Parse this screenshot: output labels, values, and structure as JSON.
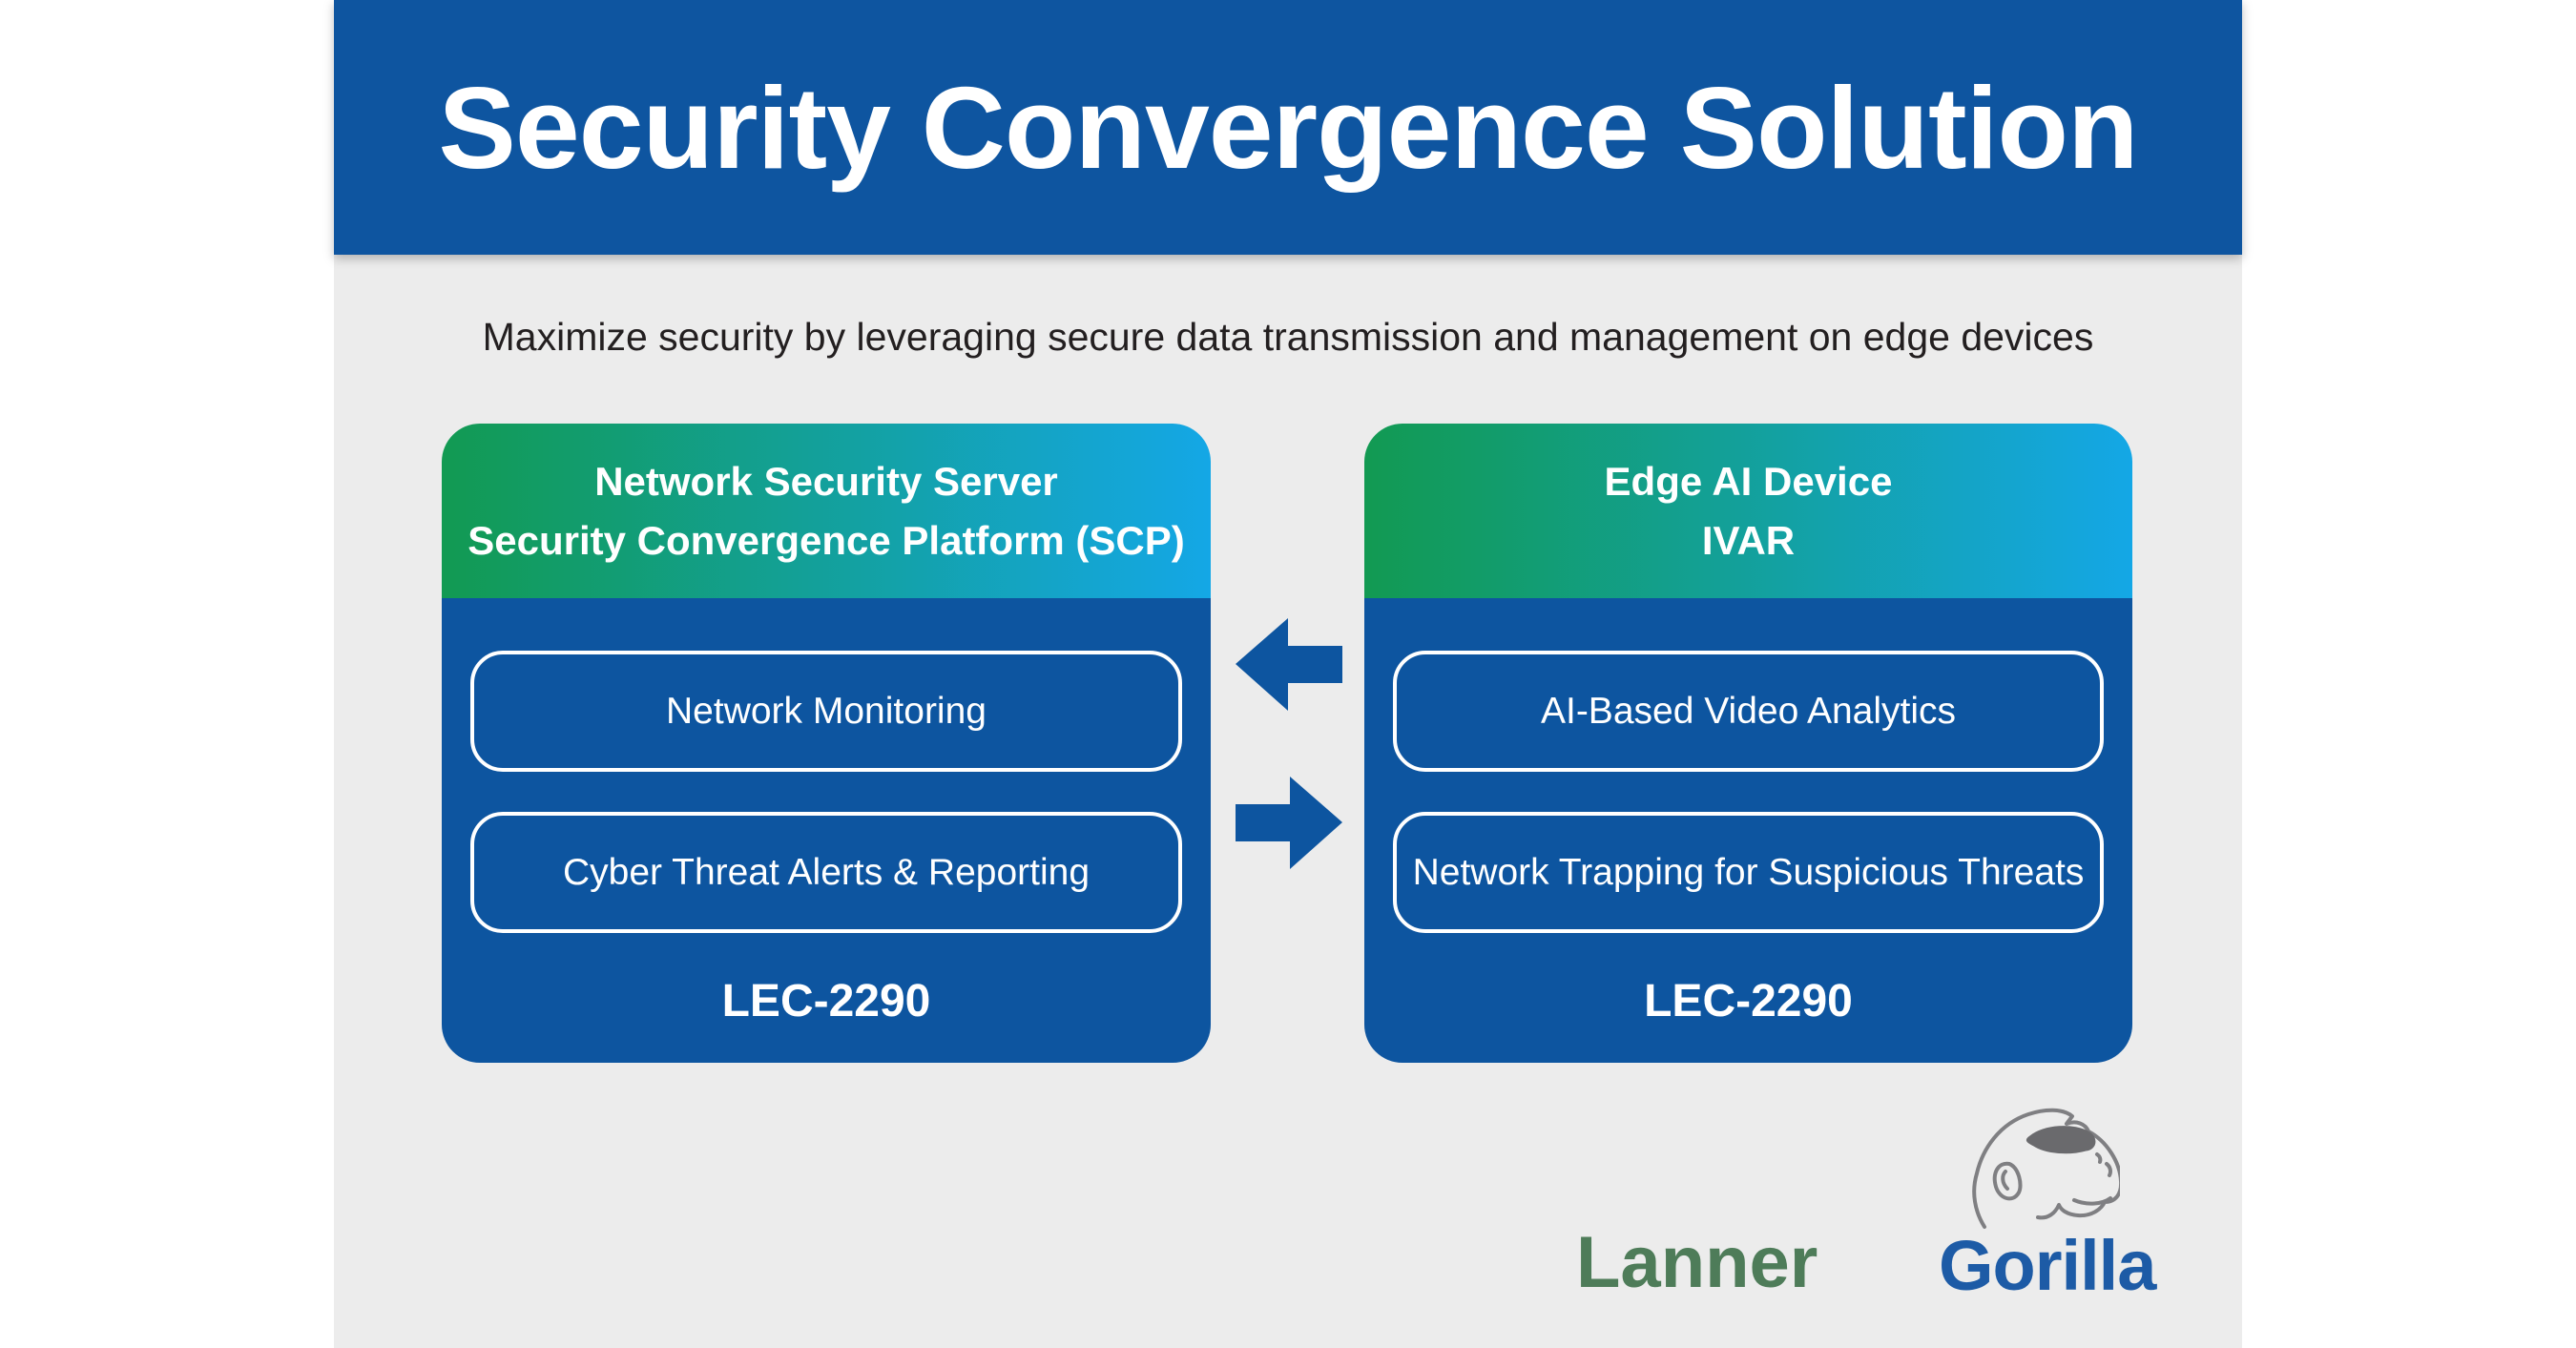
{
  "title": "Security Convergence Solution",
  "subtitle": "Maximize security by leveraging secure data transmission and management on edge devices",
  "boxes": {
    "left": {
      "header_line1": "Network Security Server",
      "header_line2": "Security Convergence Platform (SCP)",
      "items": [
        "Network Monitoring",
        "Cyber Threat Alerts & Reporting"
      ],
      "model": "LEC-2290"
    },
    "right": {
      "header_line1": "Edge AI Device",
      "header_line2": "IVAR",
      "items": [
        "AI-Based Video Analytics",
        "Network Trapping for Suspicious Threats"
      ],
      "model": "LEC-2290"
    }
  },
  "arrows": {
    "top": "left",
    "bottom": "right"
  },
  "logos": {
    "lanner": "Lanner",
    "gorilla": "Gorilla"
  },
  "colors": {
    "banner_blue": "#0e55a0",
    "body_blue": "#0d55a0",
    "panel_gray": "#ececec",
    "gradient_green": "#129a52",
    "gradient_blue": "#14a7e6",
    "subtitle_text": "#231f20",
    "lanner_green": "#4e7c59",
    "gorilla_blue": "#1d5ba6",
    "gorilla_gray": "#7f7f82",
    "white": "#ffffff"
  }
}
